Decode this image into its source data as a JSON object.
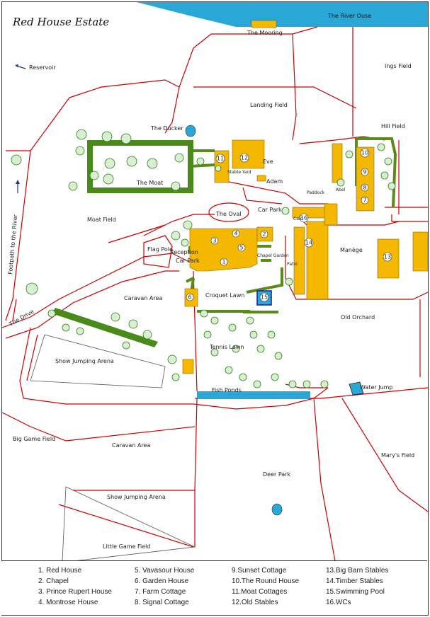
{
  "map": {
    "title": "Red House Estate",
    "river": "The River Ouse",
    "places": {
      "mooring": "The Mooring",
      "reservoir": "Reservoir",
      "ings_field": "Ings Field",
      "landing_field": "Landing Field",
      "hill_field": "Hill Field",
      "ducker": "The Ducker",
      "moat": "The Moat",
      "moat_field": "Moat Field",
      "footpath": "Footpath to the River",
      "stable_yard": "Stable Yard",
      "eve": "Eve",
      "adam": "Adam",
      "paddock": "Paddock",
      "abel": "Abel",
      "oval": "The Oval",
      "car_park": "Car Park",
      "cain": "Cain",
      "flag_pole": "Flag Pole",
      "reception": "Reception",
      "chapel_garden": "Chapel Garden",
      "patio": "Patio",
      "manege": "Manège",
      "caravan_area": "Caravan Area",
      "croquet_lawn": "Croquet Lawn",
      "old_orchard": "Old Orchard",
      "the_drive": "The Drive",
      "show_jumping_arena": "Show Jumping Arena",
      "tennis_lawn": "Tennis Lawn",
      "fish_ponds": "Fish Ponds",
      "water_jump": "Water Jump",
      "big_game_field": "Big Game Field",
      "deer_park": "Deer Park",
      "marys_field": "Mary's Field",
      "little_game_field": "Little Game Field"
    },
    "colors": {
      "water": "#29a8d8",
      "road": "#cc0000",
      "building": "#f5b800",
      "hedge": "#5a8a1a",
      "tree": "#2e7d1c"
    }
  },
  "legend": [
    "1.  Red House",
    "2.  Chapel",
    "3.  Prince Rupert House",
    "4.  Montrose House",
    "5.  Vavasour House",
    "6.  Garden House",
    "7.  Farm Cottage",
    "8.  Signal Cottage",
    "9.Sunset Cottage",
    "10.The Round House",
    "11.Moat Cottages",
    "12.Old Stables",
    "13.Big Barn Stables",
    "14.Timber Stables",
    "15.Swimming Pool",
    "16.WCs"
  ]
}
